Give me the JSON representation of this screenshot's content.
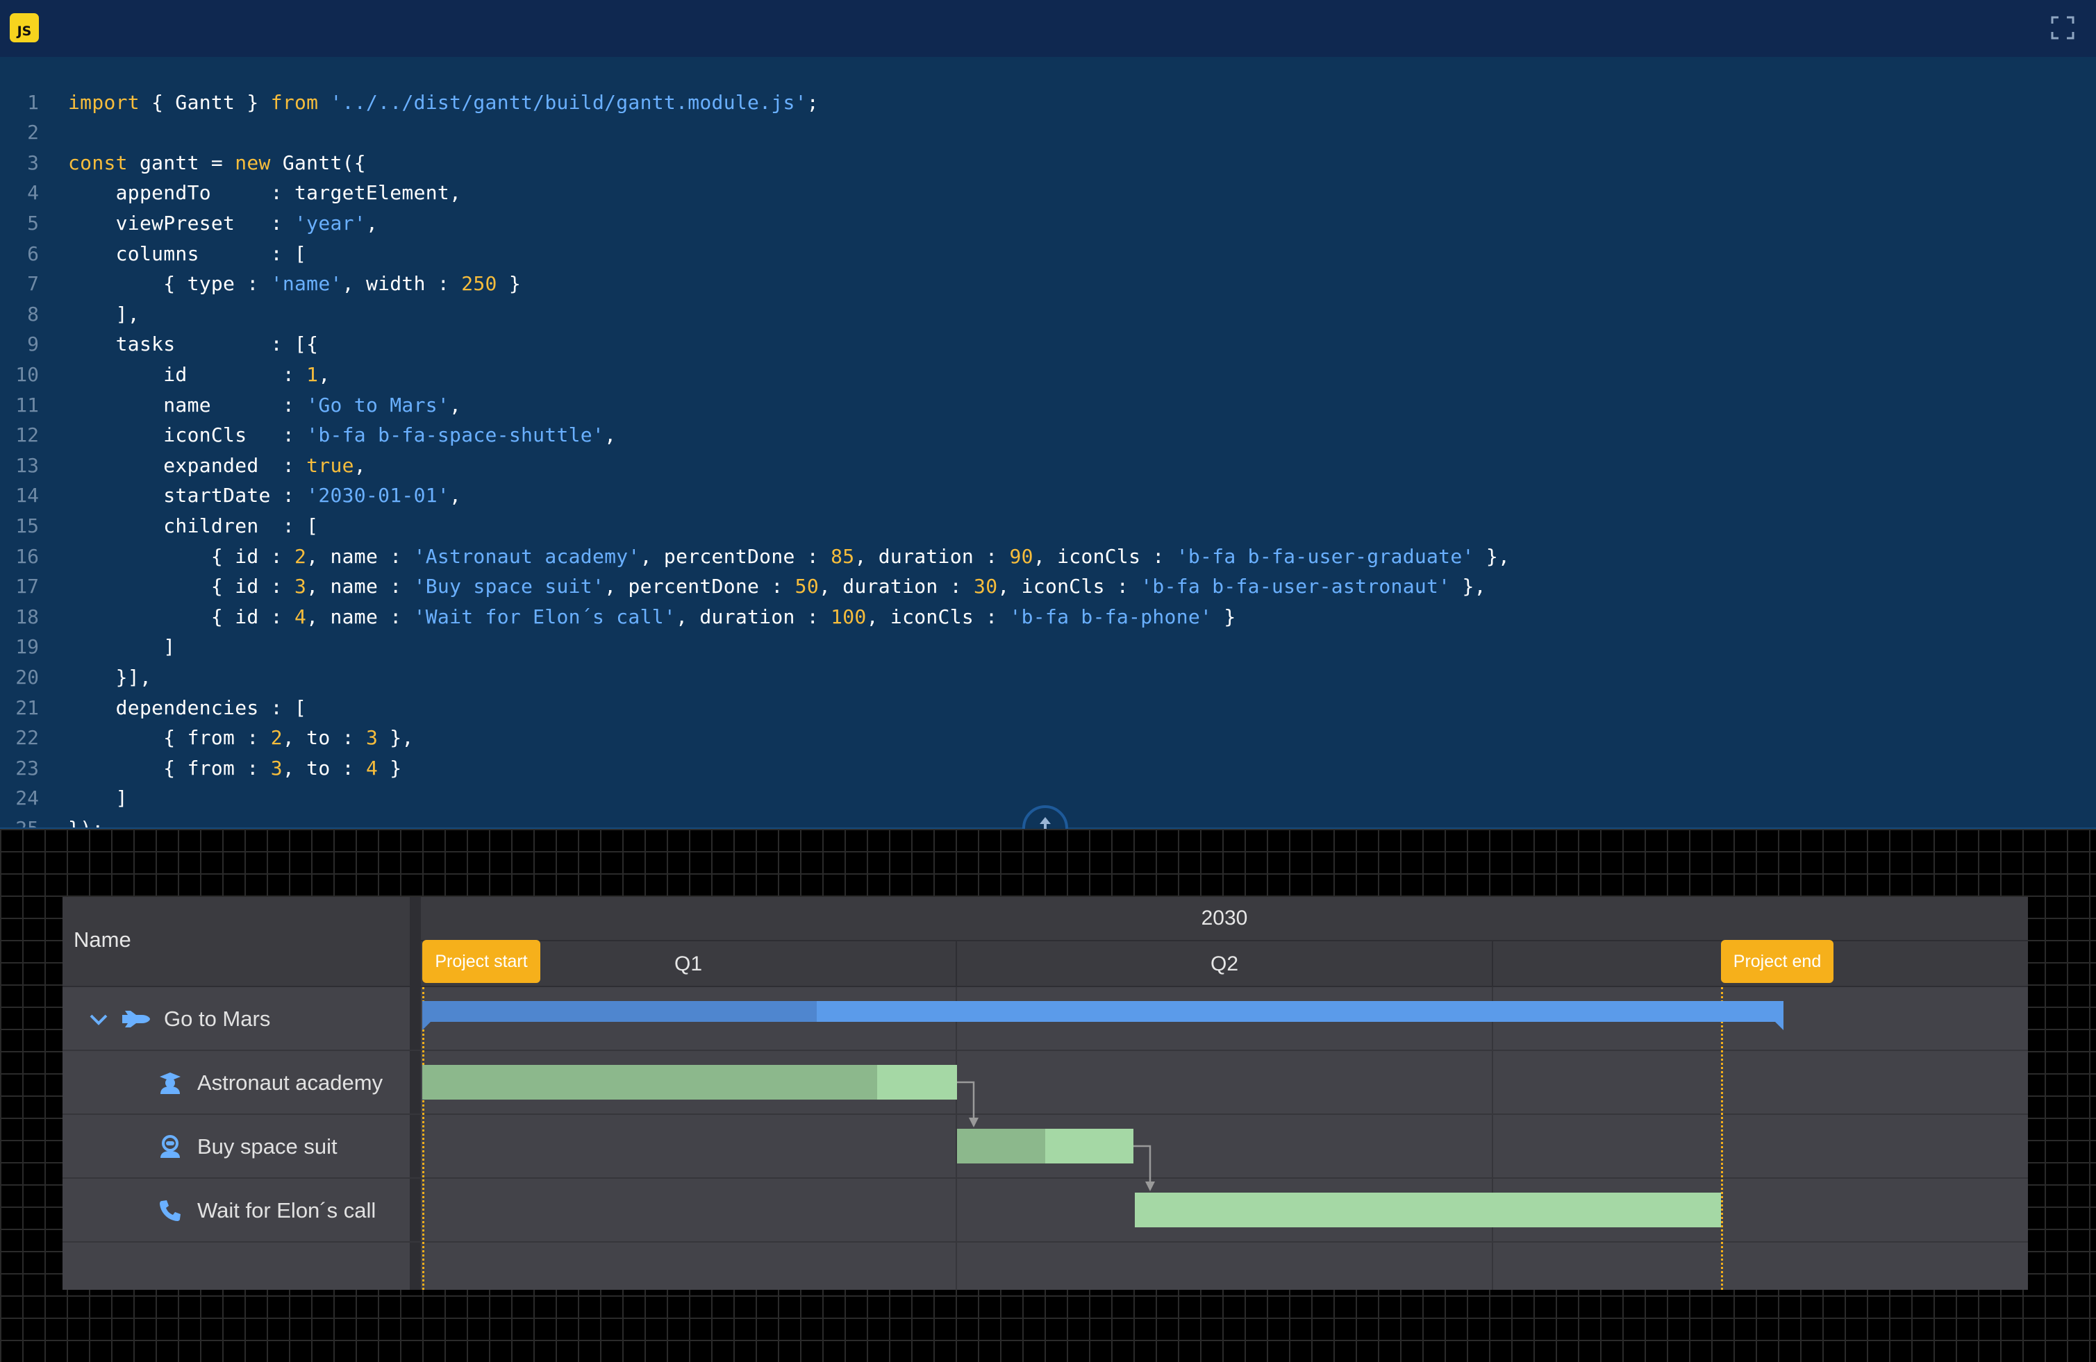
{
  "toolbar": {
    "badge": "JS",
    "fullscreen_icon": "fullscreen-icon"
  },
  "editor": {
    "lines": [
      [
        {
          "t": "kw",
          "v": "import"
        },
        {
          "t": "pl",
          "v": " { Gantt } "
        },
        {
          "t": "kw",
          "v": "from"
        },
        {
          "t": "pl",
          "v": " "
        },
        {
          "t": "str",
          "v": "'../../dist/gantt/build/gantt.module.js'"
        },
        {
          "t": "pl",
          "v": ";"
        }
      ],
      [],
      [
        {
          "t": "kw",
          "v": "const"
        },
        {
          "t": "pl",
          "v": " gantt = "
        },
        {
          "t": "kw",
          "v": "new"
        },
        {
          "t": "pl",
          "v": " Gantt({"
        }
      ],
      [
        {
          "t": "pl",
          "v": "    appendTo     : targetElement,"
        }
      ],
      [
        {
          "t": "pl",
          "v": "    viewPreset   : "
        },
        {
          "t": "str",
          "v": "'year'"
        },
        {
          "t": "pl",
          "v": ","
        }
      ],
      [
        {
          "t": "pl",
          "v": "    columns      : ["
        }
      ],
      [
        {
          "t": "pl",
          "v": "        { type : "
        },
        {
          "t": "str",
          "v": "'name'"
        },
        {
          "t": "pl",
          "v": ", width : "
        },
        {
          "t": "num",
          "v": "250"
        },
        {
          "t": "pl",
          "v": " }"
        }
      ],
      [
        {
          "t": "pl",
          "v": "    ],"
        }
      ],
      [
        {
          "t": "pl",
          "v": "    tasks        : [{"
        }
      ],
      [
        {
          "t": "pl",
          "v": "        id        : "
        },
        {
          "t": "num",
          "v": "1"
        },
        {
          "t": "pl",
          "v": ","
        }
      ],
      [
        {
          "t": "pl",
          "v": "        name      : "
        },
        {
          "t": "str",
          "v": "'Go to Mars'"
        },
        {
          "t": "pl",
          "v": ","
        }
      ],
      [
        {
          "t": "pl",
          "v": "        iconCls   : "
        },
        {
          "t": "str",
          "v": "'b-fa b-fa-space-shuttle'"
        },
        {
          "t": "pl",
          "v": ","
        }
      ],
      [
        {
          "t": "pl",
          "v": "        expanded  : "
        },
        {
          "t": "kw",
          "v": "true"
        },
        {
          "t": "pl",
          "v": ","
        }
      ],
      [
        {
          "t": "pl",
          "v": "        startDate : "
        },
        {
          "t": "str",
          "v": "'2030-01-01'"
        },
        {
          "t": "pl",
          "v": ","
        }
      ],
      [
        {
          "t": "pl",
          "v": "        children  : ["
        }
      ],
      [
        {
          "t": "pl",
          "v": "            { id : "
        },
        {
          "t": "num",
          "v": "2"
        },
        {
          "t": "pl",
          "v": ", name : "
        },
        {
          "t": "str",
          "v": "'Astronaut academy'"
        },
        {
          "t": "pl",
          "v": ", percentDone : "
        },
        {
          "t": "num",
          "v": "85"
        },
        {
          "t": "pl",
          "v": ", duration : "
        },
        {
          "t": "num",
          "v": "90"
        },
        {
          "t": "pl",
          "v": ", iconCls : "
        },
        {
          "t": "str",
          "v": "'b-fa b-fa-user-graduate'"
        },
        {
          "t": "pl",
          "v": " },"
        }
      ],
      [
        {
          "t": "pl",
          "v": "            { id : "
        },
        {
          "t": "num",
          "v": "3"
        },
        {
          "t": "pl",
          "v": ", name : "
        },
        {
          "t": "str",
          "v": "'Buy space suit'"
        },
        {
          "t": "pl",
          "v": ", percentDone : "
        },
        {
          "t": "num",
          "v": "50"
        },
        {
          "t": "pl",
          "v": ", duration : "
        },
        {
          "t": "num",
          "v": "30"
        },
        {
          "t": "pl",
          "v": ", iconCls : "
        },
        {
          "t": "str",
          "v": "'b-fa b-fa-user-astronaut'"
        },
        {
          "t": "pl",
          "v": " },"
        }
      ],
      [
        {
          "t": "pl",
          "v": "            { id : "
        },
        {
          "t": "num",
          "v": "4"
        },
        {
          "t": "pl",
          "v": ", name : "
        },
        {
          "t": "str",
          "v": "'Wait for Elon´s call'"
        },
        {
          "t": "pl",
          "v": ", duration : "
        },
        {
          "t": "num",
          "v": "100"
        },
        {
          "t": "pl",
          "v": ", iconCls : "
        },
        {
          "t": "str",
          "v": "'b-fa b-fa-phone'"
        },
        {
          "t": "pl",
          "v": " }"
        }
      ],
      [
        {
          "t": "pl",
          "v": "        ]"
        }
      ],
      [
        {
          "t": "pl",
          "v": "    }],"
        }
      ],
      [
        {
          "t": "pl",
          "v": "    dependencies : ["
        }
      ],
      [
        {
          "t": "pl",
          "v": "        { from : "
        },
        {
          "t": "num",
          "v": "2"
        },
        {
          "t": "pl",
          "v": ", to : "
        },
        {
          "t": "num",
          "v": "3"
        },
        {
          "t": "pl",
          "v": " },"
        }
      ],
      [
        {
          "t": "pl",
          "v": "        { from : "
        },
        {
          "t": "num",
          "v": "3"
        },
        {
          "t": "pl",
          "v": ", to : "
        },
        {
          "t": "num",
          "v": "4"
        },
        {
          "t": "pl",
          "v": " }"
        }
      ],
      [
        {
          "t": "pl",
          "v": "    ]"
        }
      ],
      [
        {
          "t": "pl",
          "v": "});"
        }
      ],
      []
    ]
  },
  "gantt": {
    "column_header": "Name",
    "year": "2030",
    "quarters": [
      "Q1",
      "Q2",
      ""
    ],
    "markers": {
      "start": "Project start",
      "end": "Project end"
    },
    "tasks": [
      {
        "name": "Go to Mars",
        "icon": "space-shuttle-icon",
        "percent_done": 29
      },
      {
        "name": "Astronaut academy",
        "icon": "user-graduate-icon",
        "percent_done": 85
      },
      {
        "name": "Buy space suit",
        "icon": "user-astronaut-icon",
        "percent_done": 50
      },
      {
        "name": "Wait for Elon´s call",
        "icon": "phone-icon",
        "percent_done": 0
      }
    ]
  },
  "colors": {
    "topbar": "#0f2850",
    "editor_bg": "#0e3459",
    "keyword": "#f7bd3c",
    "string": "#6ab0ff",
    "parent_bar": "#5b9bea",
    "task_bar": "#a5d8a5",
    "marker": "#f6b01b"
  }
}
